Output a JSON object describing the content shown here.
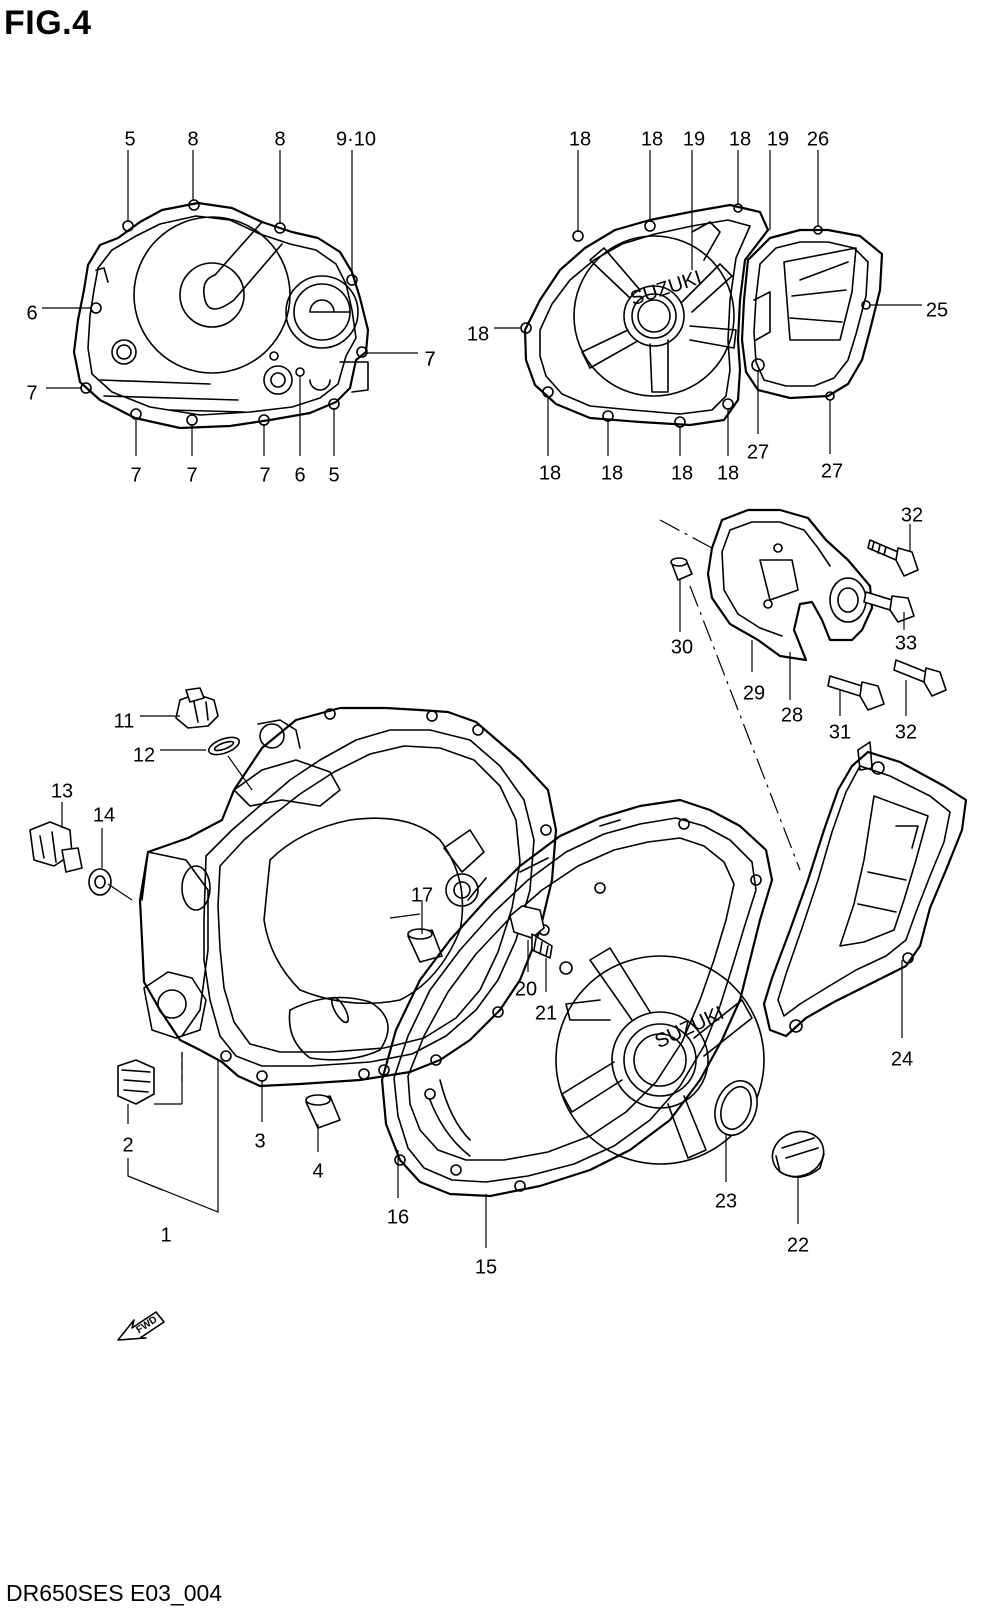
{
  "figure": {
    "title": "FIG.4",
    "code": "DR650SES E03_004",
    "fwd_label": "FWD"
  },
  "brand_mark": "SUZUKI",
  "callouts": [
    "5",
    "8",
    "8",
    "9·10",
    "6",
    "7",
    "7",
    "7",
    "7",
    "7",
    "7",
    "6",
    "5",
    "18",
    "18",
    "19",
    "18",
    "19",
    "26",
    "25",
    "18",
    "18",
    "18",
    "18",
    "18",
    "27",
    "27",
    "32",
    "33",
    "30",
    "29",
    "28",
    "31",
    "32",
    "11",
    "12",
    "13",
    "14",
    "17",
    "20",
    "21",
    "24",
    "2",
    "3",
    "4",
    "1",
    "16",
    "15",
    "23",
    "22"
  ],
  "icons": {
    "fwd_arrow": "fwd-arrow-icon"
  }
}
